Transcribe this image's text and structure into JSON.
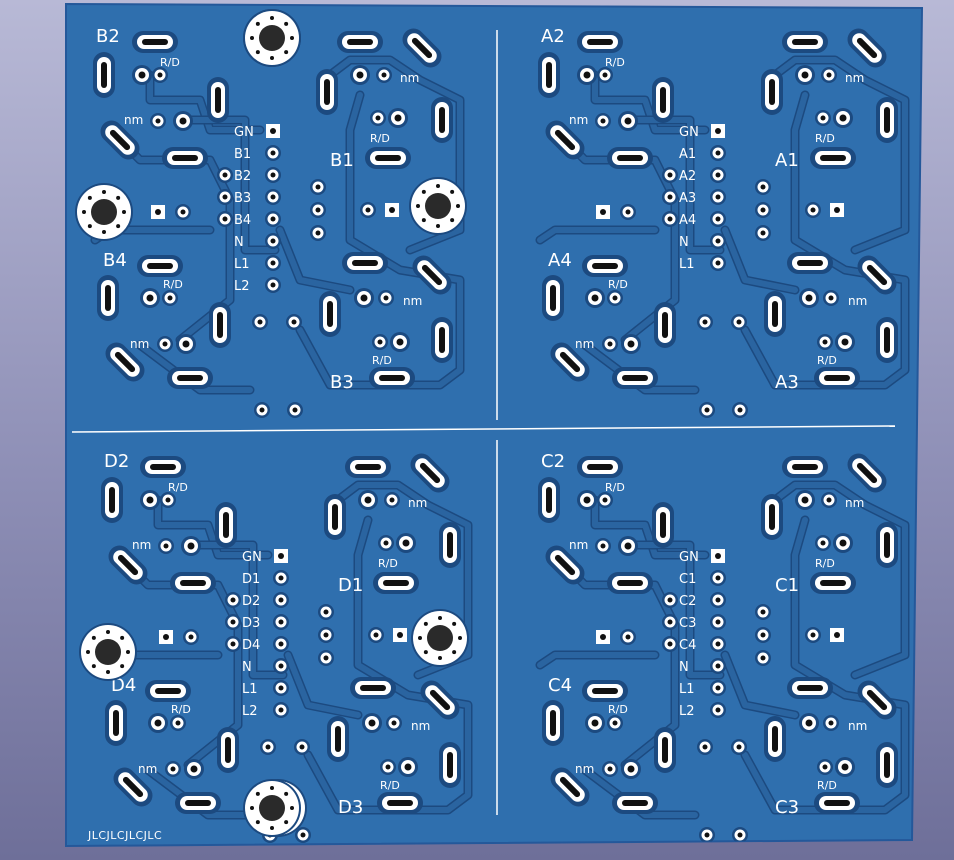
{
  "board": {
    "colors": {
      "background_top": "#b8b9d6",
      "background_bottom": "#6e6f99",
      "soldermask": "#2f6fae",
      "copper_trace": "#2a64a0",
      "trace_outline": "#1c4a80",
      "pad": "#ffffff",
      "silkscreen": "#ffffff",
      "drill": "#111111"
    },
    "watermark": "JLCJLCJLCJLC",
    "quadrants": [
      {
        "id": "B",
        "ch2": "B2",
        "ch1": "B1",
        "ch4": "B4",
        "ch3": "B3",
        "rd": "R/D",
        "nm": "nm",
        "header": [
          "GN",
          "B1",
          "B2",
          "B3",
          "B4",
          "N",
          "L1",
          "L2"
        ]
      },
      {
        "id": "A",
        "ch2": "A2",
        "ch1": "A1",
        "ch4": "A4",
        "ch3": "A3",
        "rd": "R/D",
        "nm": "nm",
        "header": [
          "GN",
          "A1",
          "A2",
          "A3",
          "A4",
          "N",
          "L1"
        ]
      },
      {
        "id": "D",
        "ch2": "D2",
        "ch1": "D1",
        "ch4": "D4",
        "ch3": "D3",
        "rd": "R/D",
        "nm": "nm",
        "header": [
          "GN",
          "D1",
          "D2",
          "D3",
          "D4",
          "N",
          "L1",
          "L2"
        ]
      },
      {
        "id": "C",
        "ch2": "C2",
        "ch1": "C1",
        "ch4": "C4",
        "ch3": "C3",
        "rd": "R/D",
        "nm": "nm",
        "header": [
          "GN",
          "C1",
          "C2",
          "C3",
          "C4",
          "N",
          "L1",
          "L2"
        ]
      }
    ]
  }
}
